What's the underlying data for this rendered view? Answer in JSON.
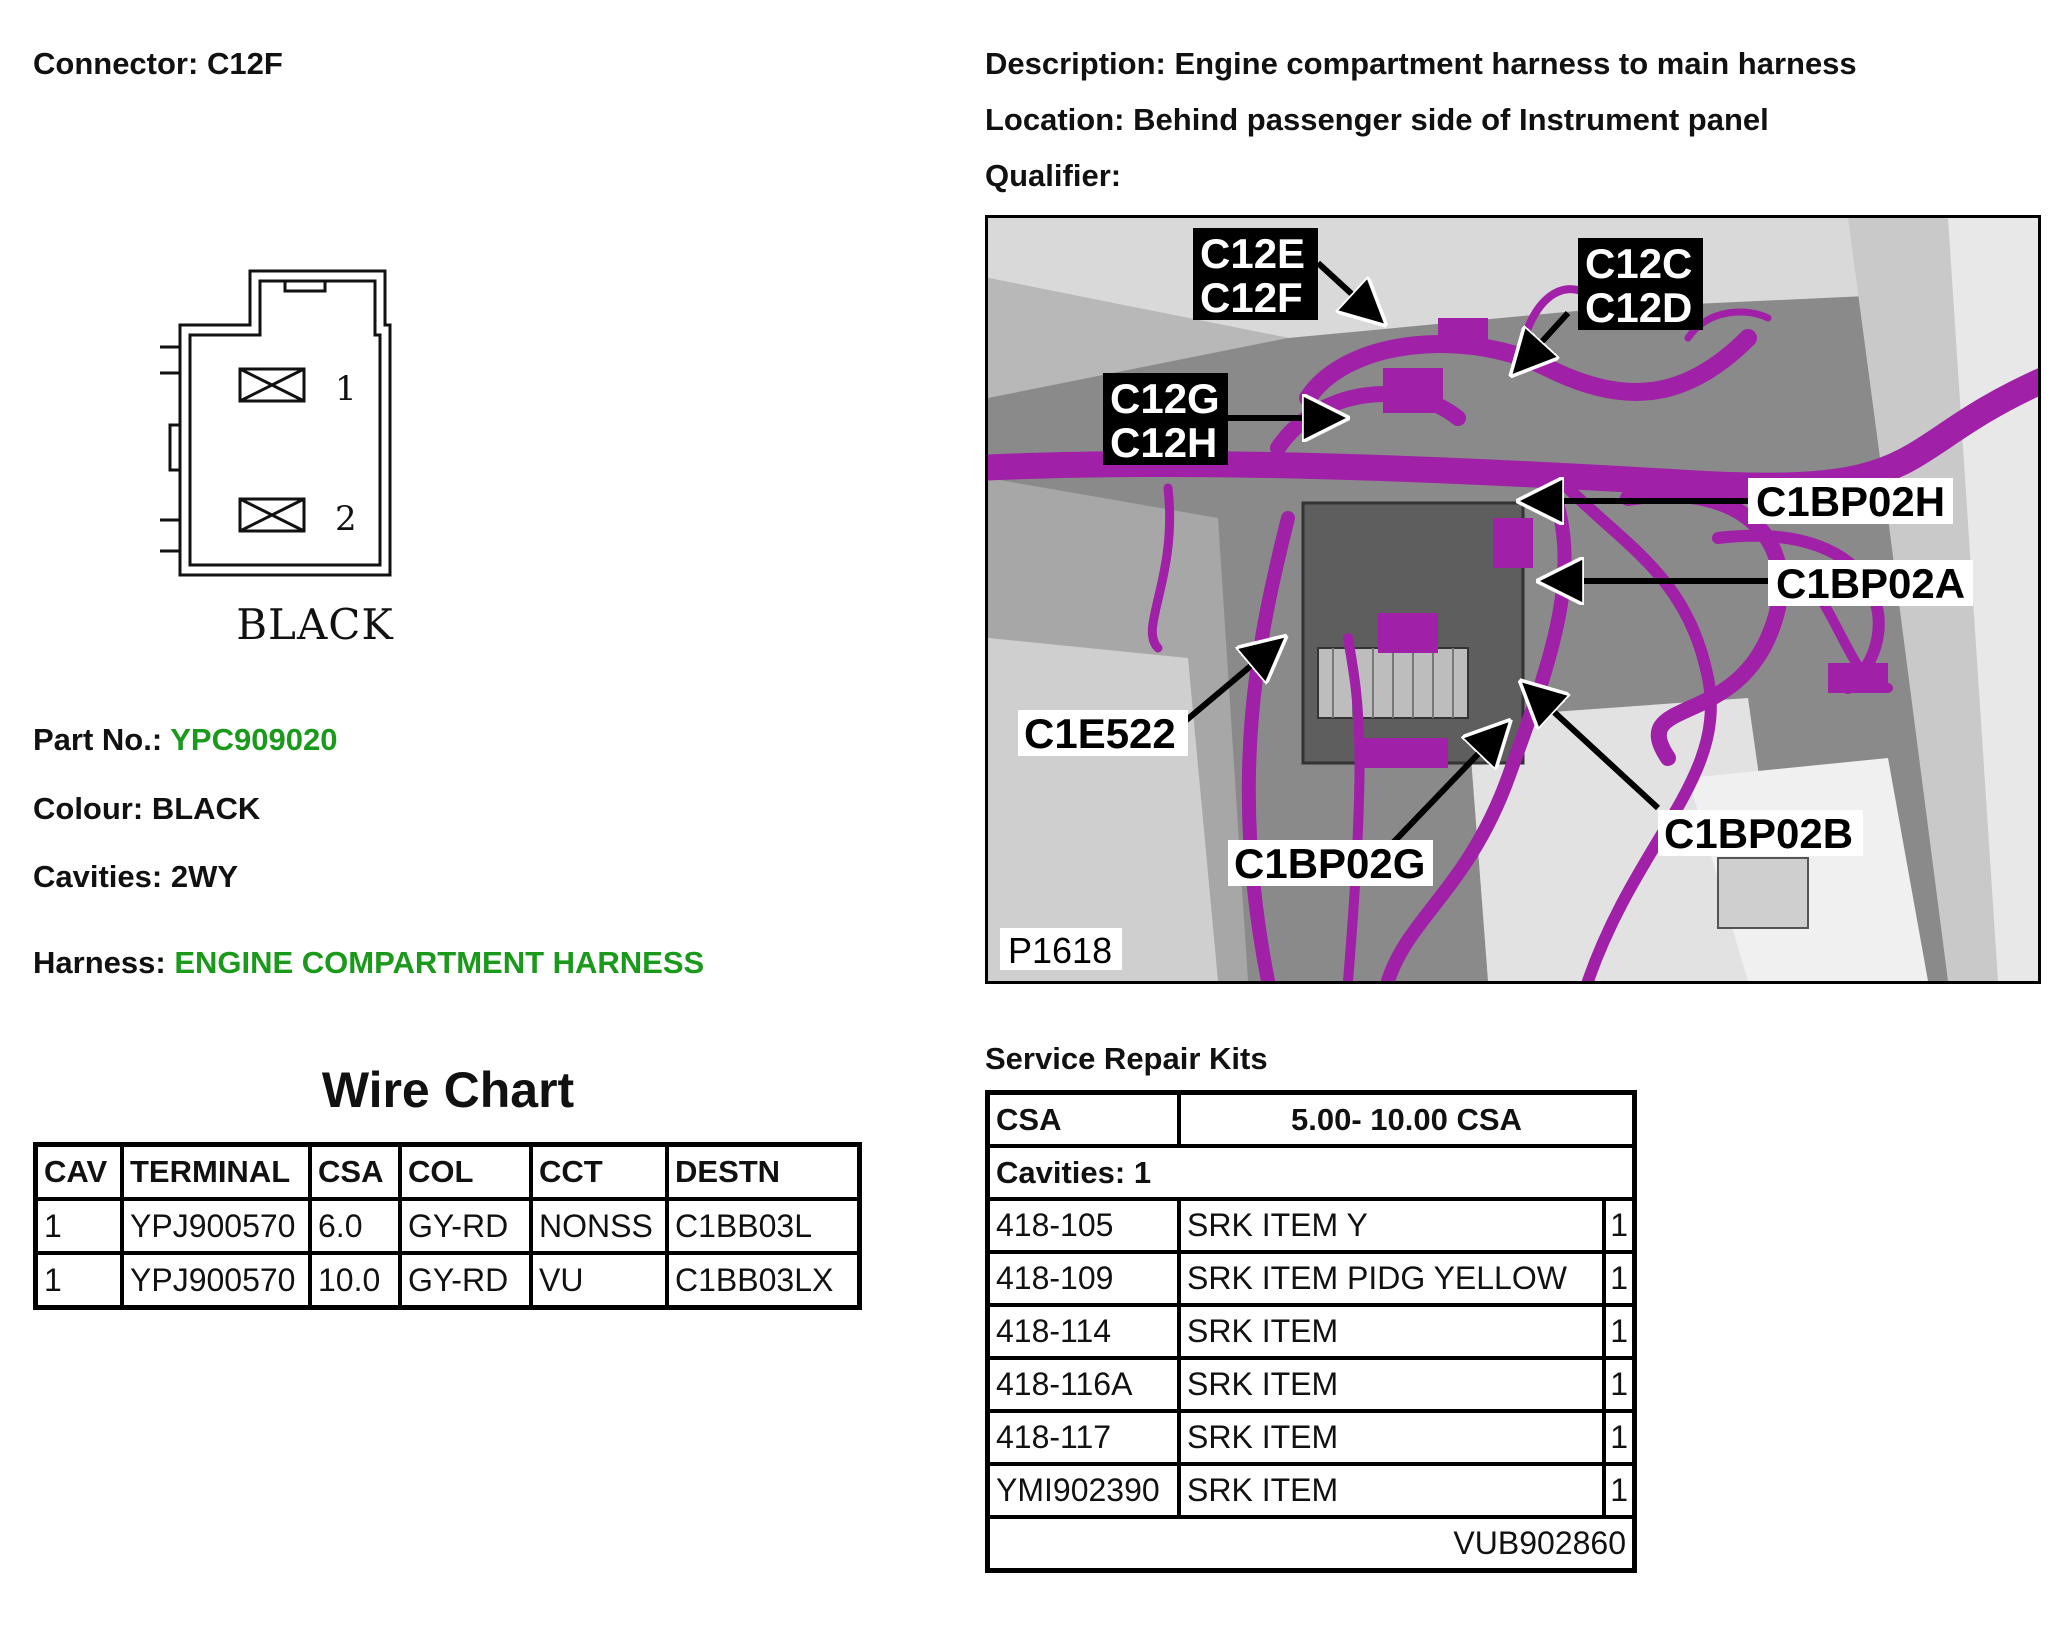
{
  "connector": {
    "label": "Connector:",
    "value": "C12F"
  },
  "description": {
    "label": "Description:",
    "value": "Engine compartment harness to main harness"
  },
  "location": {
    "label": "Location:",
    "value": "Behind passenger side of Instrument panel"
  },
  "qualifier": {
    "label": "Qualifier:",
    "value": ""
  },
  "connector_face": {
    "pin_1": "1",
    "pin_2": "2",
    "colour_label": "BLACK"
  },
  "part_no": {
    "label": "Part No.:",
    "value": "YPC909020"
  },
  "colour": {
    "label": "Colour:",
    "value": "BLACK"
  },
  "cavities": {
    "label": "Cavities:",
    "value": "2WY"
  },
  "harness": {
    "label": "Harness:",
    "value": "ENGINE COMPARTMENT HARNESS"
  },
  "wire_chart": {
    "title": "Wire Chart",
    "headers": [
      "CAV",
      "TERMINAL",
      "CSA",
      "COL",
      "CCT",
      "DESTN"
    ],
    "rows": [
      [
        "1",
        "YPJ900570",
        "6.0",
        "GY-RD",
        "NONSS",
        "C1BB03L"
      ],
      [
        "1",
        "YPJ900570",
        "10.0",
        "GY-RD",
        "VU",
        "C1BB03LX"
      ]
    ]
  },
  "photo": {
    "labels": {
      "c12e_c12f_line1": "C12E",
      "c12e_c12f_line2": "C12F",
      "c12c_c12d_line1": "C12C",
      "c12c_c12d_line2": "C12D",
      "c12g_c12h_line1": "C12G",
      "c12g_c12h_line2": "C12H",
      "c1bp02h": "C1BP02H",
      "c1bp02a": "C1BP02A",
      "c1e522": "C1E522",
      "c1bp02b": "C1BP02B",
      "c1bp02g": "C1BP02G",
      "ref": "P1618"
    },
    "harness_color": "#a020a8"
  },
  "service_repair_kits": {
    "heading": "Service Repair Kits",
    "csa_label": "CSA",
    "csa_value": "5.00- 10.00 CSA",
    "cavities": "Cavities: 1",
    "items": [
      [
        "418-105",
        "SRK ITEM Y",
        "1"
      ],
      [
        "418-109",
        "SRK ITEM PIDG YELLOW",
        "1"
      ],
      [
        "418-114",
        "SRK ITEM",
        "1"
      ],
      [
        "418-116A",
        "SRK ITEM",
        "1"
      ],
      [
        "418-117",
        "SRK ITEM",
        "1"
      ],
      [
        "YMI902390",
        "SRK ITEM",
        "1"
      ]
    ],
    "footer": "VUB902860"
  }
}
